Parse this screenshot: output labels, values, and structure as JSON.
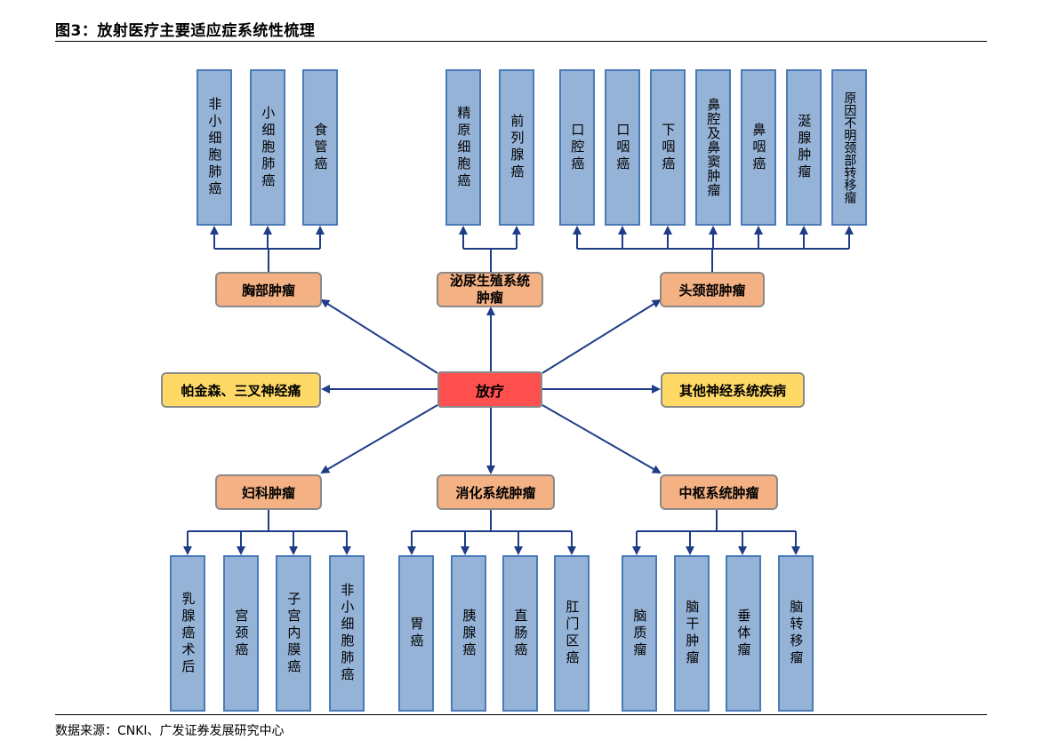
{
  "title": "图3：放射医疗主要适应症系统性梳理",
  "source": "数据来源：CNKI、广发证券发展研究中心",
  "center": "放疗",
  "side_left": "帕金森、三叉神经痛",
  "side_right": "其他神经系统疾病",
  "categories": {
    "chest": "胸部肿瘤",
    "uro": "泌尿生殖系统肿瘤",
    "headneck": "头颈部肿瘤",
    "gyn": "妇科肿瘤",
    "digest": "消化系统肿瘤",
    "cns": "中枢系统肿瘤"
  },
  "leaves": {
    "chest": [
      "非小细胞肺癌",
      "小细胞肺癌",
      "食管癌"
    ],
    "uro": [
      "精原细胞癌",
      "前列腺癌"
    ],
    "headneck": [
      "口腔癌",
      "口咽癌",
      "下咽癌",
      "鼻腔及鼻窦肿瘤",
      "鼻咽癌",
      "涎腺肿瘤",
      "原因不明颈部转移瘤"
    ],
    "gyn": [
      "乳腺癌术后",
      "宫颈癌",
      "子宫内膜癌",
      "非小细胞肺癌"
    ],
    "digest": [
      "胃癌",
      "胰腺癌",
      "直肠癌",
      "肛门区癌"
    ],
    "cns": [
      "脑质瘤",
      "脑干肿瘤",
      "垂体瘤",
      "脑转移瘤"
    ]
  },
  "colors": {
    "line": "#1f3c88",
    "leaf_fill": "#95b3d7",
    "category_fill": "#f4b183",
    "side_fill": "#ffd966",
    "center_fill": "#ff5050"
  }
}
